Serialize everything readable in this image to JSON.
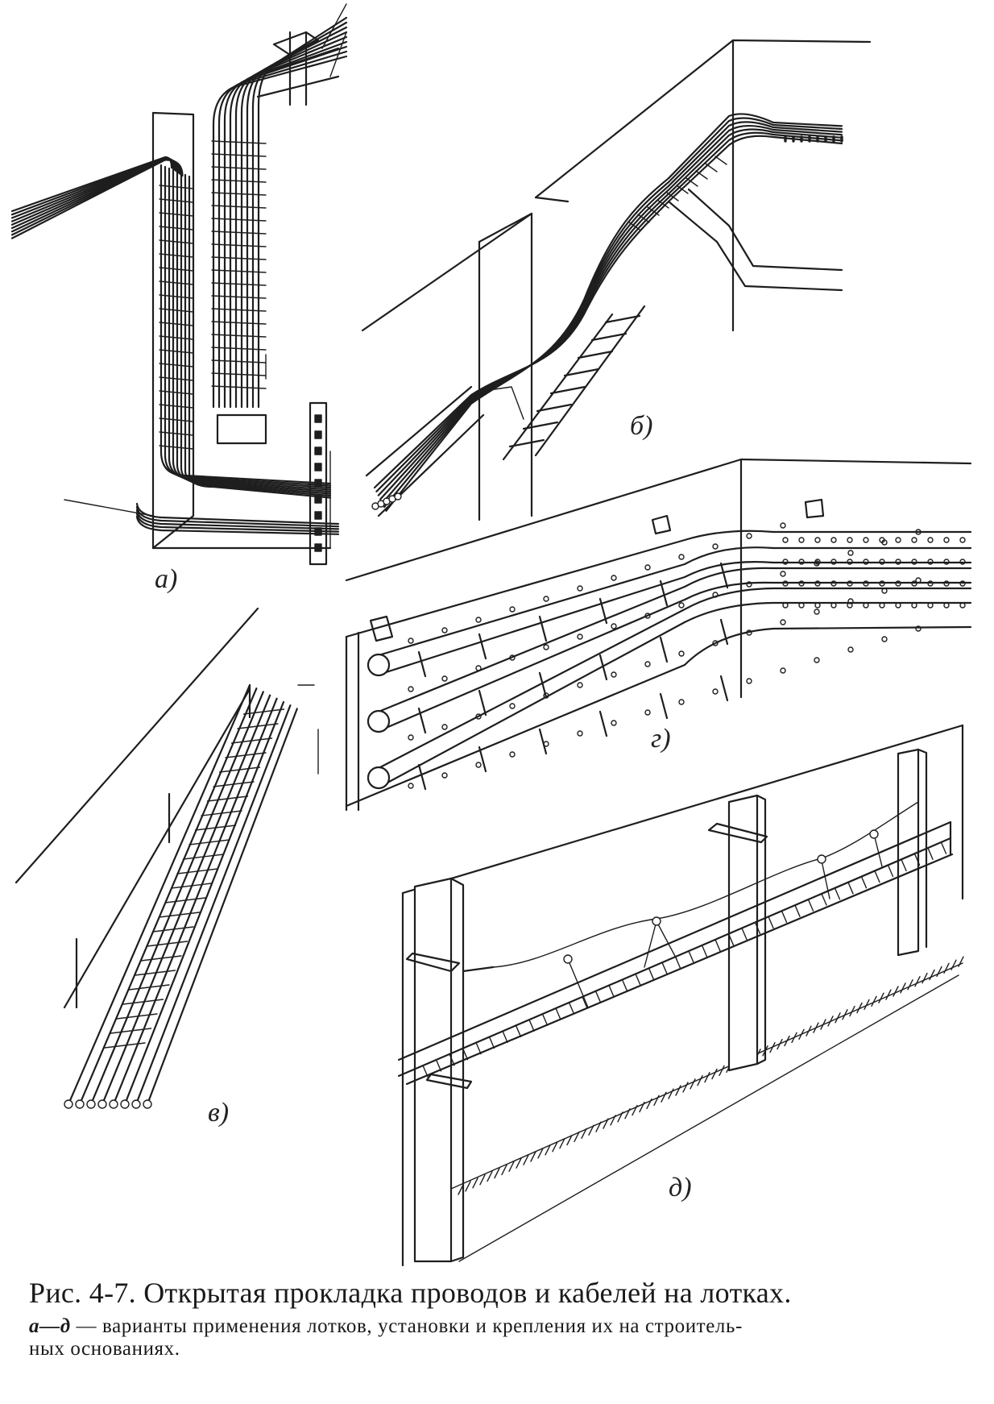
{
  "labels": {
    "a": "а)",
    "b": "б)",
    "v": "в)",
    "g": "г)",
    "d": "д)"
  },
  "caption": {
    "title": "Рис. 4-7. Открытая прокладка проводов и кабелей на лотках.",
    "desc_prefix": "а—д",
    "desc_text": " — варианты применения лотков, установки и крепления их на строитель-",
    "desc_text_2": "ных основаниях."
  },
  "colors": {
    "ink": "#1e1e1e",
    "paper": "#ffffff"
  }
}
